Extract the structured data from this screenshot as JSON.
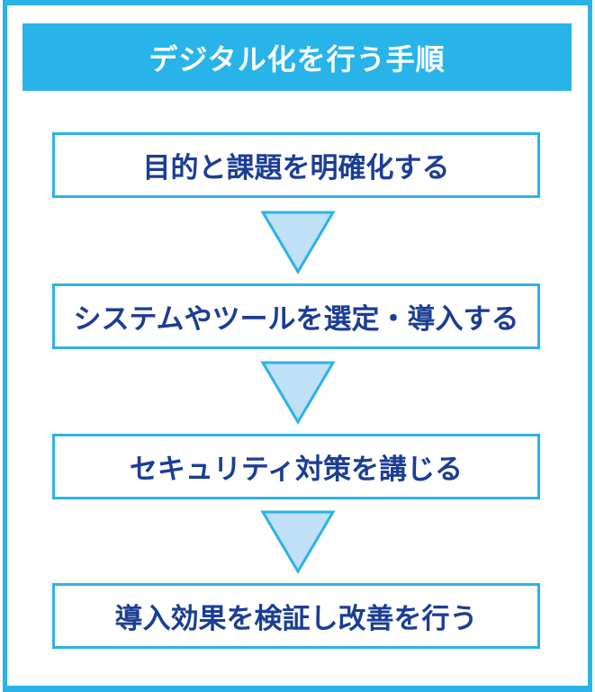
{
  "diagram": {
    "title": "デジタル化を行う手順",
    "steps": [
      {
        "label": "目的と課題を明確化する"
      },
      {
        "label": "システムやツールを選定・導入する"
      },
      {
        "label": "セキュリティ対策を講じる"
      },
      {
        "label": "導入効果を検証し改善を行う"
      }
    ],
    "arrow_icon": "down-triangle-arrow",
    "colors": {
      "accent_cyan": "#28b4e8",
      "box_border_cyan": "#2cb2e8",
      "arrow_fill_light_blue": "#bfe0f5",
      "step_text_navy": "#1b3d94",
      "title_text": "#ffffff",
      "background": "#ffffff"
    }
  }
}
